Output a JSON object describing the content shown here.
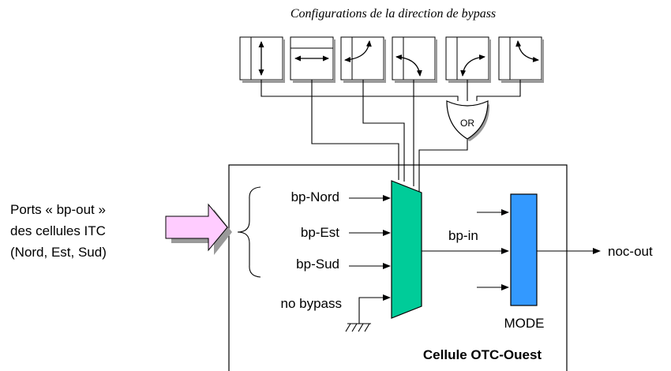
{
  "title": "Configurations de la direction de bypass",
  "config_boxes": [
    {
      "icon": "vertical-bidirectional-arrow-icon"
    },
    {
      "icon": "horizontal-bidirectional-arrow-icon"
    },
    {
      "icon": "curved-arrow-left-top-icon"
    },
    {
      "icon": "curved-arrow-left-bottom-icon"
    },
    {
      "icon": "curved-arrow-bottom-right-icon"
    },
    {
      "icon": "curved-arrow-top-right-icon"
    }
  ],
  "or_gate_label": "OR",
  "ports_text": {
    "line1": "Ports « bp-out »",
    "line2": "des cellules ITC",
    "line3": "(Nord, Est, Sud)"
  },
  "inputs": {
    "nord": "bp-Nord",
    "est": "bp-Est",
    "sud": "bp-Sud",
    "no_bypass": "no bypass"
  },
  "bp_in_label": "bp-in",
  "mode_label": "MODE",
  "output_label": "noc-out",
  "cell_label": "Cellule OTC-Ouest",
  "colors": {
    "mux": "#00cc99",
    "mode_block": "#3399ff",
    "input_arrow": "#ffccff"
  }
}
